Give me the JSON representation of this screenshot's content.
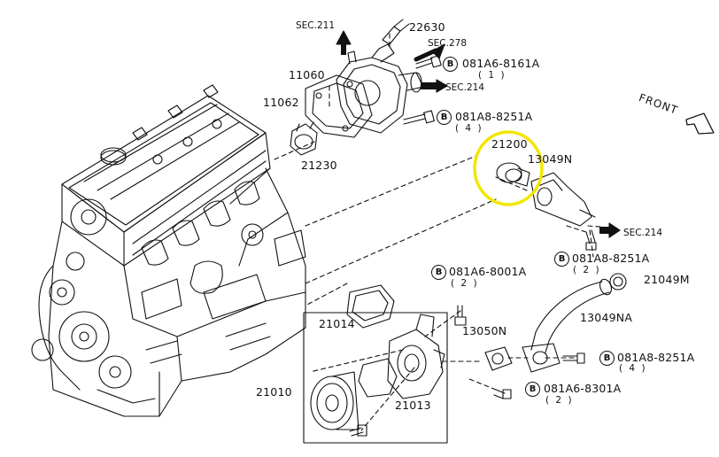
{
  "colors": {
    "line": "#111111",
    "highlight": "#f2e600",
    "background": "#ffffff"
  },
  "icons": {
    "bolt_marker": "circled-B",
    "direction_arrow": "filled-arrow"
  },
  "labels": {
    "sec211": "SEC.211",
    "p22630": "22630",
    "sec278": "SEC.278",
    "p11060": "11060",
    "b081a6_8161a": "081A6-8161A",
    "q1": "( 1 )",
    "sec214_top": "SEC.214",
    "p11062": "11062",
    "b081a8_8251a_top": "081A8-8251A",
    "q4_top": "( 4 )",
    "p21230": "21230",
    "p21200": "21200",
    "p13049n": "13049N",
    "front": "FRONT",
    "sec214_right": "SEC.214",
    "b081a8_8251a_mid": "081A8-8251A",
    "q2_mid": "( 2 )",
    "b081a6_8001a": "081A6-8001A",
    "q2_left": "( 2 )",
    "p21049m": "21049M",
    "p21014": "21014",
    "p13049na": "13049NA",
    "p13050n": "13050N",
    "b081a8_8251a_bot": "081A8-8251A",
    "q4_bot": "( 4 )",
    "p21010": "21010",
    "p21013": "21013",
    "b081a6_8301a": "081A6-8301A",
    "q2_bot": "( 2 )",
    "bolt_marker": "B"
  }
}
